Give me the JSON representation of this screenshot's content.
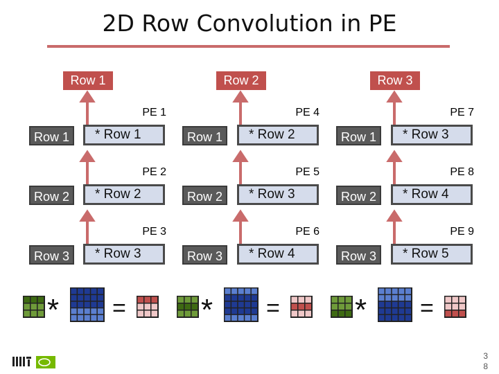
{
  "title": "2D Row Convolution in PE",
  "outputs": [
    "Row 1",
    "Row 2",
    "Row 3"
  ],
  "pes": [
    {
      "label": "PE 1",
      "filter": "Row 1",
      "input": "* Row 1"
    },
    {
      "label": "PE 2",
      "filter": "Row 2",
      "input": "* Row 2"
    },
    {
      "label": "PE 3",
      "filter": "Row 3",
      "input": "* Row 3"
    },
    {
      "label": "PE 4",
      "filter": "Row 1",
      "input": "* Row 2"
    },
    {
      "label": "PE 5",
      "filter": "Row 2",
      "input": "* Row 3"
    },
    {
      "label": "PE 6",
      "filter": "Row 3",
      "input": "* Row 4"
    },
    {
      "label": "PE 7",
      "filter": "Row 1",
      "input": "* Row 3"
    },
    {
      "label": "PE 8",
      "filter": "Row 2",
      "input": "* Row 4"
    },
    {
      "label": "PE 9",
      "filter": "Row 3",
      "input": "* Row 5"
    }
  ],
  "equation": {
    "conv_symbol": "*",
    "equals_symbol": "="
  },
  "colors": {
    "filter": "#4f7a28",
    "input": "#1f3a93",
    "output": "#c0504d"
  },
  "page_number": [
    "3",
    "8"
  ]
}
